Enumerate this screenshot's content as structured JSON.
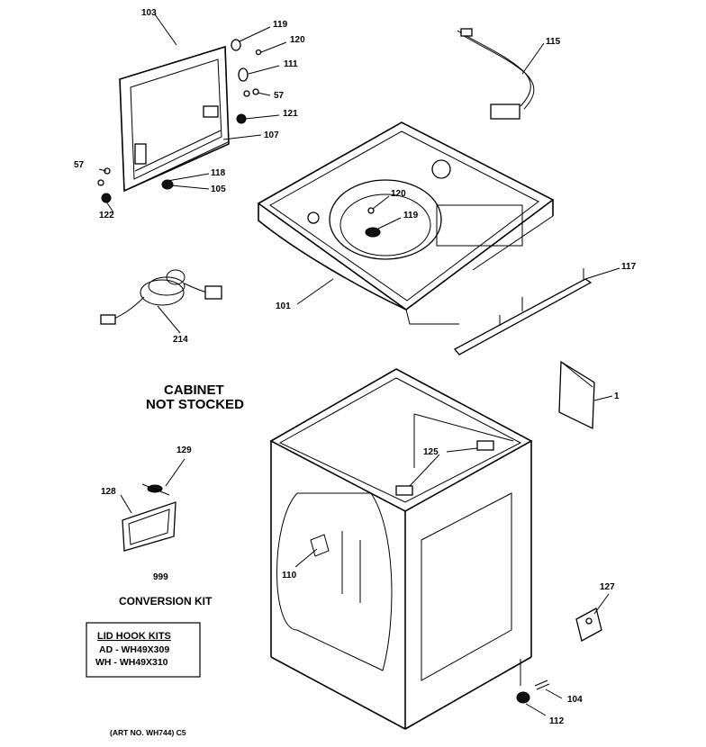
{
  "callouts": {
    "c103": "103",
    "c119a": "119",
    "c120a": "120",
    "c111": "111",
    "c57a": "57",
    "c121": "121",
    "c107": "107",
    "c57b": "57",
    "c118": "118",
    "c105": "105",
    "c122": "122",
    "c115": "115",
    "c120b": "120",
    "c119b": "119",
    "c101": "101",
    "c117": "117",
    "c214": "214",
    "c1": "1",
    "c129": "129",
    "c128": "128",
    "c125": "125",
    "c110": "110",
    "c127": "127",
    "c104": "104",
    "c112": "112",
    "c999": "999"
  },
  "cabinet_note": {
    "line1": "CABINET",
    "line2": "NOT STOCKED"
  },
  "conversion_kit": "CONVERSION KIT",
  "lid_hook_kits": {
    "title": "LID HOOK KITS",
    "line1": "AD - WH49X309",
    "line2": "WH - WH49X310"
  },
  "art_number": "(ART NO. WH744) C5",
  "icons": [
    "lid-frame-icon",
    "top-panel-icon",
    "cabinet-icon",
    "harness-icon",
    "power-cord-icon",
    "envelope-icon"
  ]
}
